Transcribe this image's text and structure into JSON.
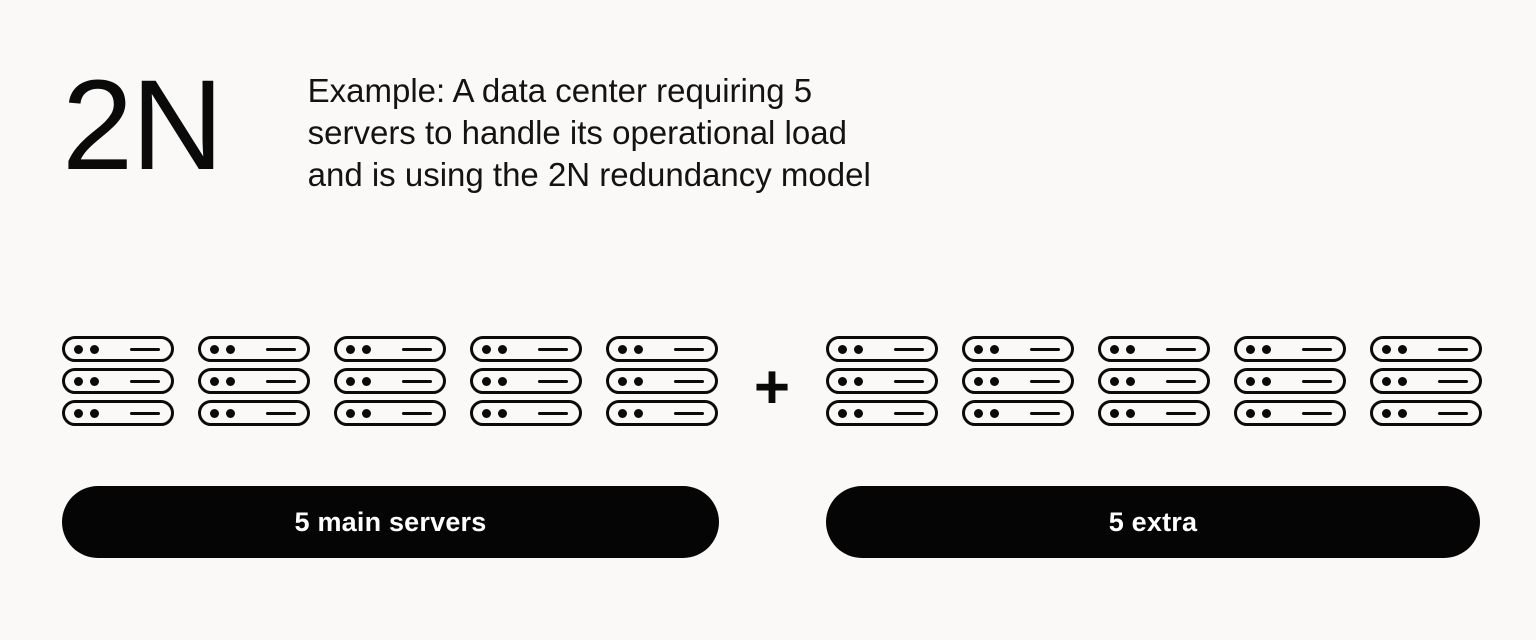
{
  "diagram": {
    "title": "2N",
    "description_lines": [
      "Example: A data center requiring 5",
      "servers to handle its operational load",
      "and is using the 2N redundancy model"
    ],
    "operator": "+",
    "colors": {
      "background": "#faf9f7",
      "ink": "#0a0a0a",
      "pill_background": "#050505",
      "pill_text": "#ffffff"
    },
    "groups": [
      {
        "id": "main",
        "label": "5 main servers",
        "server_count": 5,
        "units_per_server": 3,
        "unit": {
          "dots": 2,
          "dashes": 1,
          "icon": "server-icon"
        }
      },
      {
        "id": "extra",
        "label": "5 extra",
        "server_count": 5,
        "units_per_server": 3,
        "unit": {
          "dots": 2,
          "dashes": 1,
          "icon": "server-icon"
        }
      }
    ]
  }
}
